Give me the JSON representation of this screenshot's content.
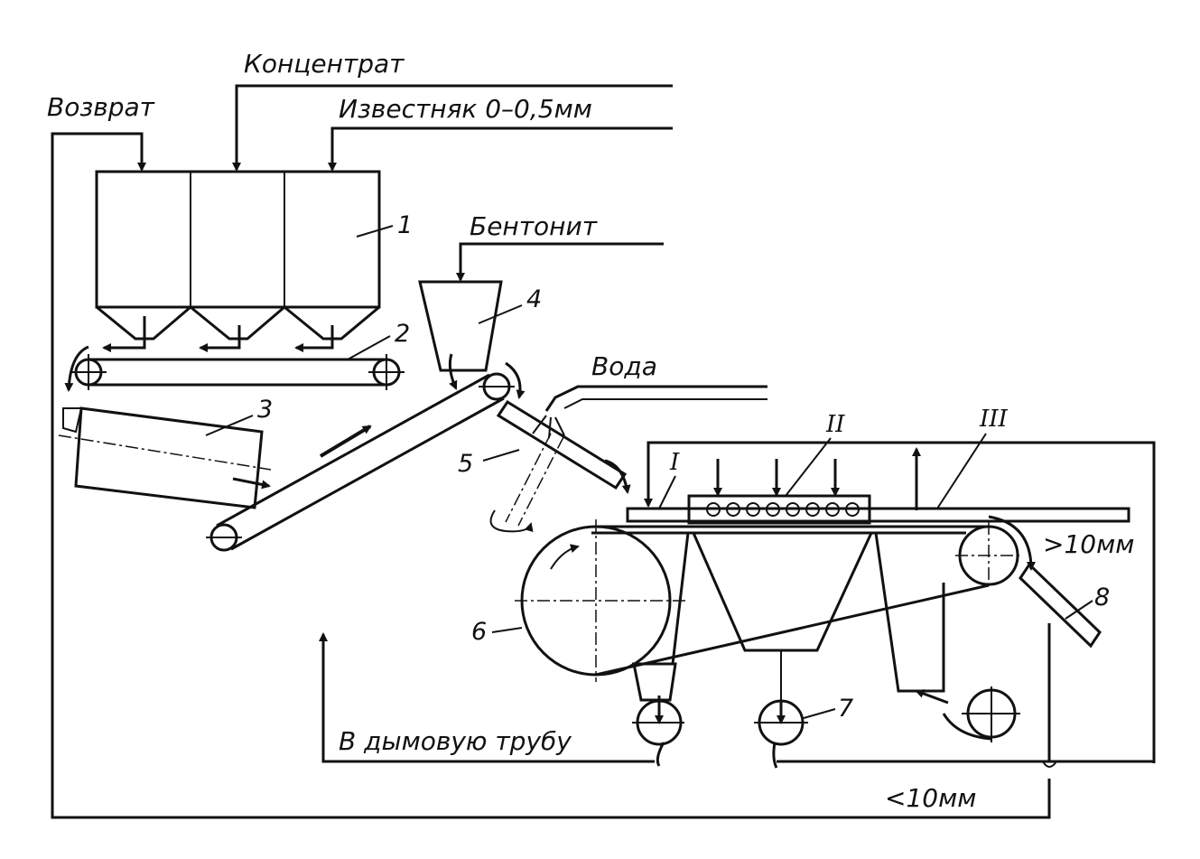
{
  "labels": {
    "return": "Возврат",
    "concentrate": "Концентрат",
    "limestone": "Известняк 0–0,5мм",
    "bentonite": "Бентонит",
    "water": "Вода",
    "chimney": "В дымовую трубу",
    "oversize": ">10мм",
    "undersize": "<10мм"
  },
  "callouts": {
    "n1": "1",
    "n2": "2",
    "n3": "3",
    "n4": "4",
    "n5": "5",
    "n6": "6",
    "n7": "7",
    "n8": "8"
  },
  "zones": {
    "z1": "I",
    "z2": "II",
    "z3": "III"
  },
  "colors": {
    "ink": "#111111",
    "paper": "#ffffff"
  }
}
